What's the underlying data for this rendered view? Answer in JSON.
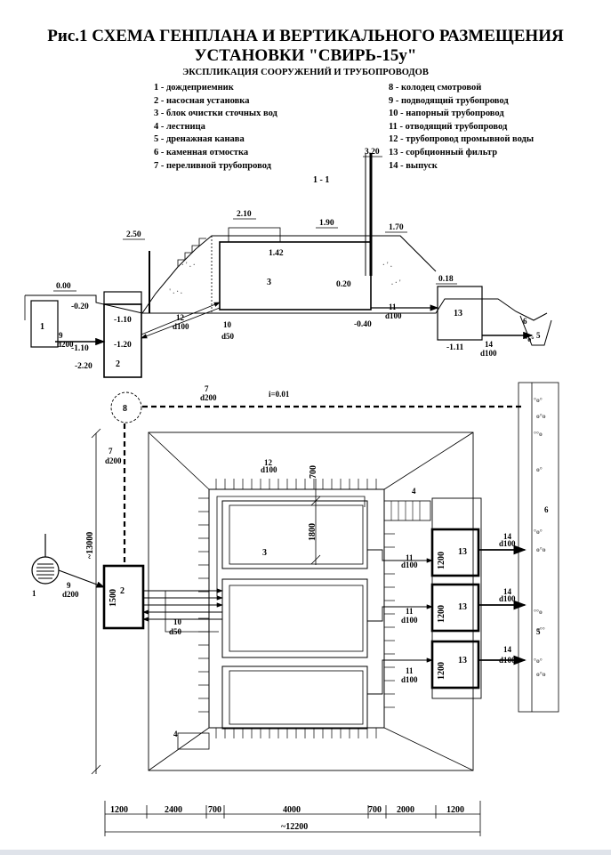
{
  "title_line1": "Рис.1 СХЕМА ГЕНПЛАНА И ВЕРТИКАЛЬНОГО РАЗМЕЩЕНИЯ",
  "title_line2": "УСТАНОВКИ \"СВИРЬ-15у\"",
  "subtitle": "ЭКСПЛИКАЦИЯ СООРУЖЕНИЙ И ТРУБОПРОВОДОВ",
  "legend_left": [
    "1 - дождеприемник",
    "2 - насосная установка",
    "3 - блок очистки сточных вод",
    "4 - лестница",
    "5 - дренажная канава",
    "6 - каменная отмостка",
    "7 - переливной трубопровод"
  ],
  "legend_right": [
    "8 - колодец смотровой",
    "9 - подводящий трубопровод",
    "10 - напорный трубопровод",
    "11 - отводящий трубопровод",
    "12 -  трубопровод промывной воды",
    "13 - сорбционный фильтр",
    "14 - выпуск"
  ],
  "section_label": "1 - 1",
  "elevations": {
    "e320": "3.20",
    "e210": "2.10",
    "e190": "1.90",
    "e170": "1.70",
    "e250": "2.50",
    "e142": "1.42",
    "e020": "0.20",
    "e018": "0.18",
    "e000": "0.00",
    "em020": "-0.20",
    "em110a": "-1.10",
    "em110b": "-1.10",
    "em120": "-1.20",
    "em220": "-2.20",
    "em040": "-0.40",
    "em111": "-1.11"
  },
  "labels": {
    "n1": "1",
    "n2": "2",
    "n3": "3",
    "n5": "5",
    "n6": "6",
    "n7": "7",
    "n8": "8",
    "n9": "9",
    "n10": "10",
    "n11": "11",
    "n12": "12",
    "n13": "13",
    "n14": "14",
    "n4": "4",
    "d200": "d200",
    "d100": "d100",
    "d50": "d50",
    "slope": "i=0.01"
  },
  "dims": {
    "d700v": "700",
    "d1800": "1800",
    "d1500": "1500",
    "d1200": "1200",
    "d13000": "~13000",
    "bottom": [
      "1200",
      "2400",
      "700",
      "4000",
      "700",
      "2000",
      "1200"
    ],
    "total": "~12200"
  }
}
